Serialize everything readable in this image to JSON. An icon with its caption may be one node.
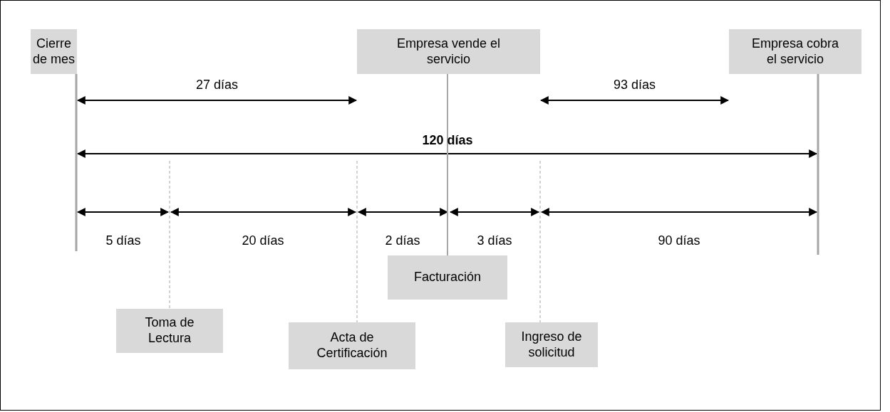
{
  "diagram": {
    "nodes": [
      {
        "text": [
          "Cierre de mes"
        ]
      },
      {
        "text": [
          "Empresa vende el servicio"
        ]
      },
      {
        "text": [
          "Empresa cobra el servicio"
        ]
      },
      {
        "text": [
          "Facturación"
        ]
      },
      {
        "text": [
          "Toma de Lectura"
        ]
      },
      {
        "text": [
          "Acta de Certificación"
        ]
      },
      {
        "text": [
          "Ingreso de solicitud"
        ]
      }
    ],
    "edges": [
      {
        "from": 0,
        "to": 1,
        "arrow": "both",
        "label": "27 días"
      },
      {
        "from": 1,
        "to": 2,
        "arrow": "both",
        "label": "93 días"
      },
      {
        "from": 1,
        "to": 3,
        "arrow": "none",
        "color": "#a6a6a6"
      }
    ],
    "labels": [
      "120 días",
      "5 días",
      "20 días",
      "2 días",
      "3 días",
      "90 días"
    ]
  }
}
